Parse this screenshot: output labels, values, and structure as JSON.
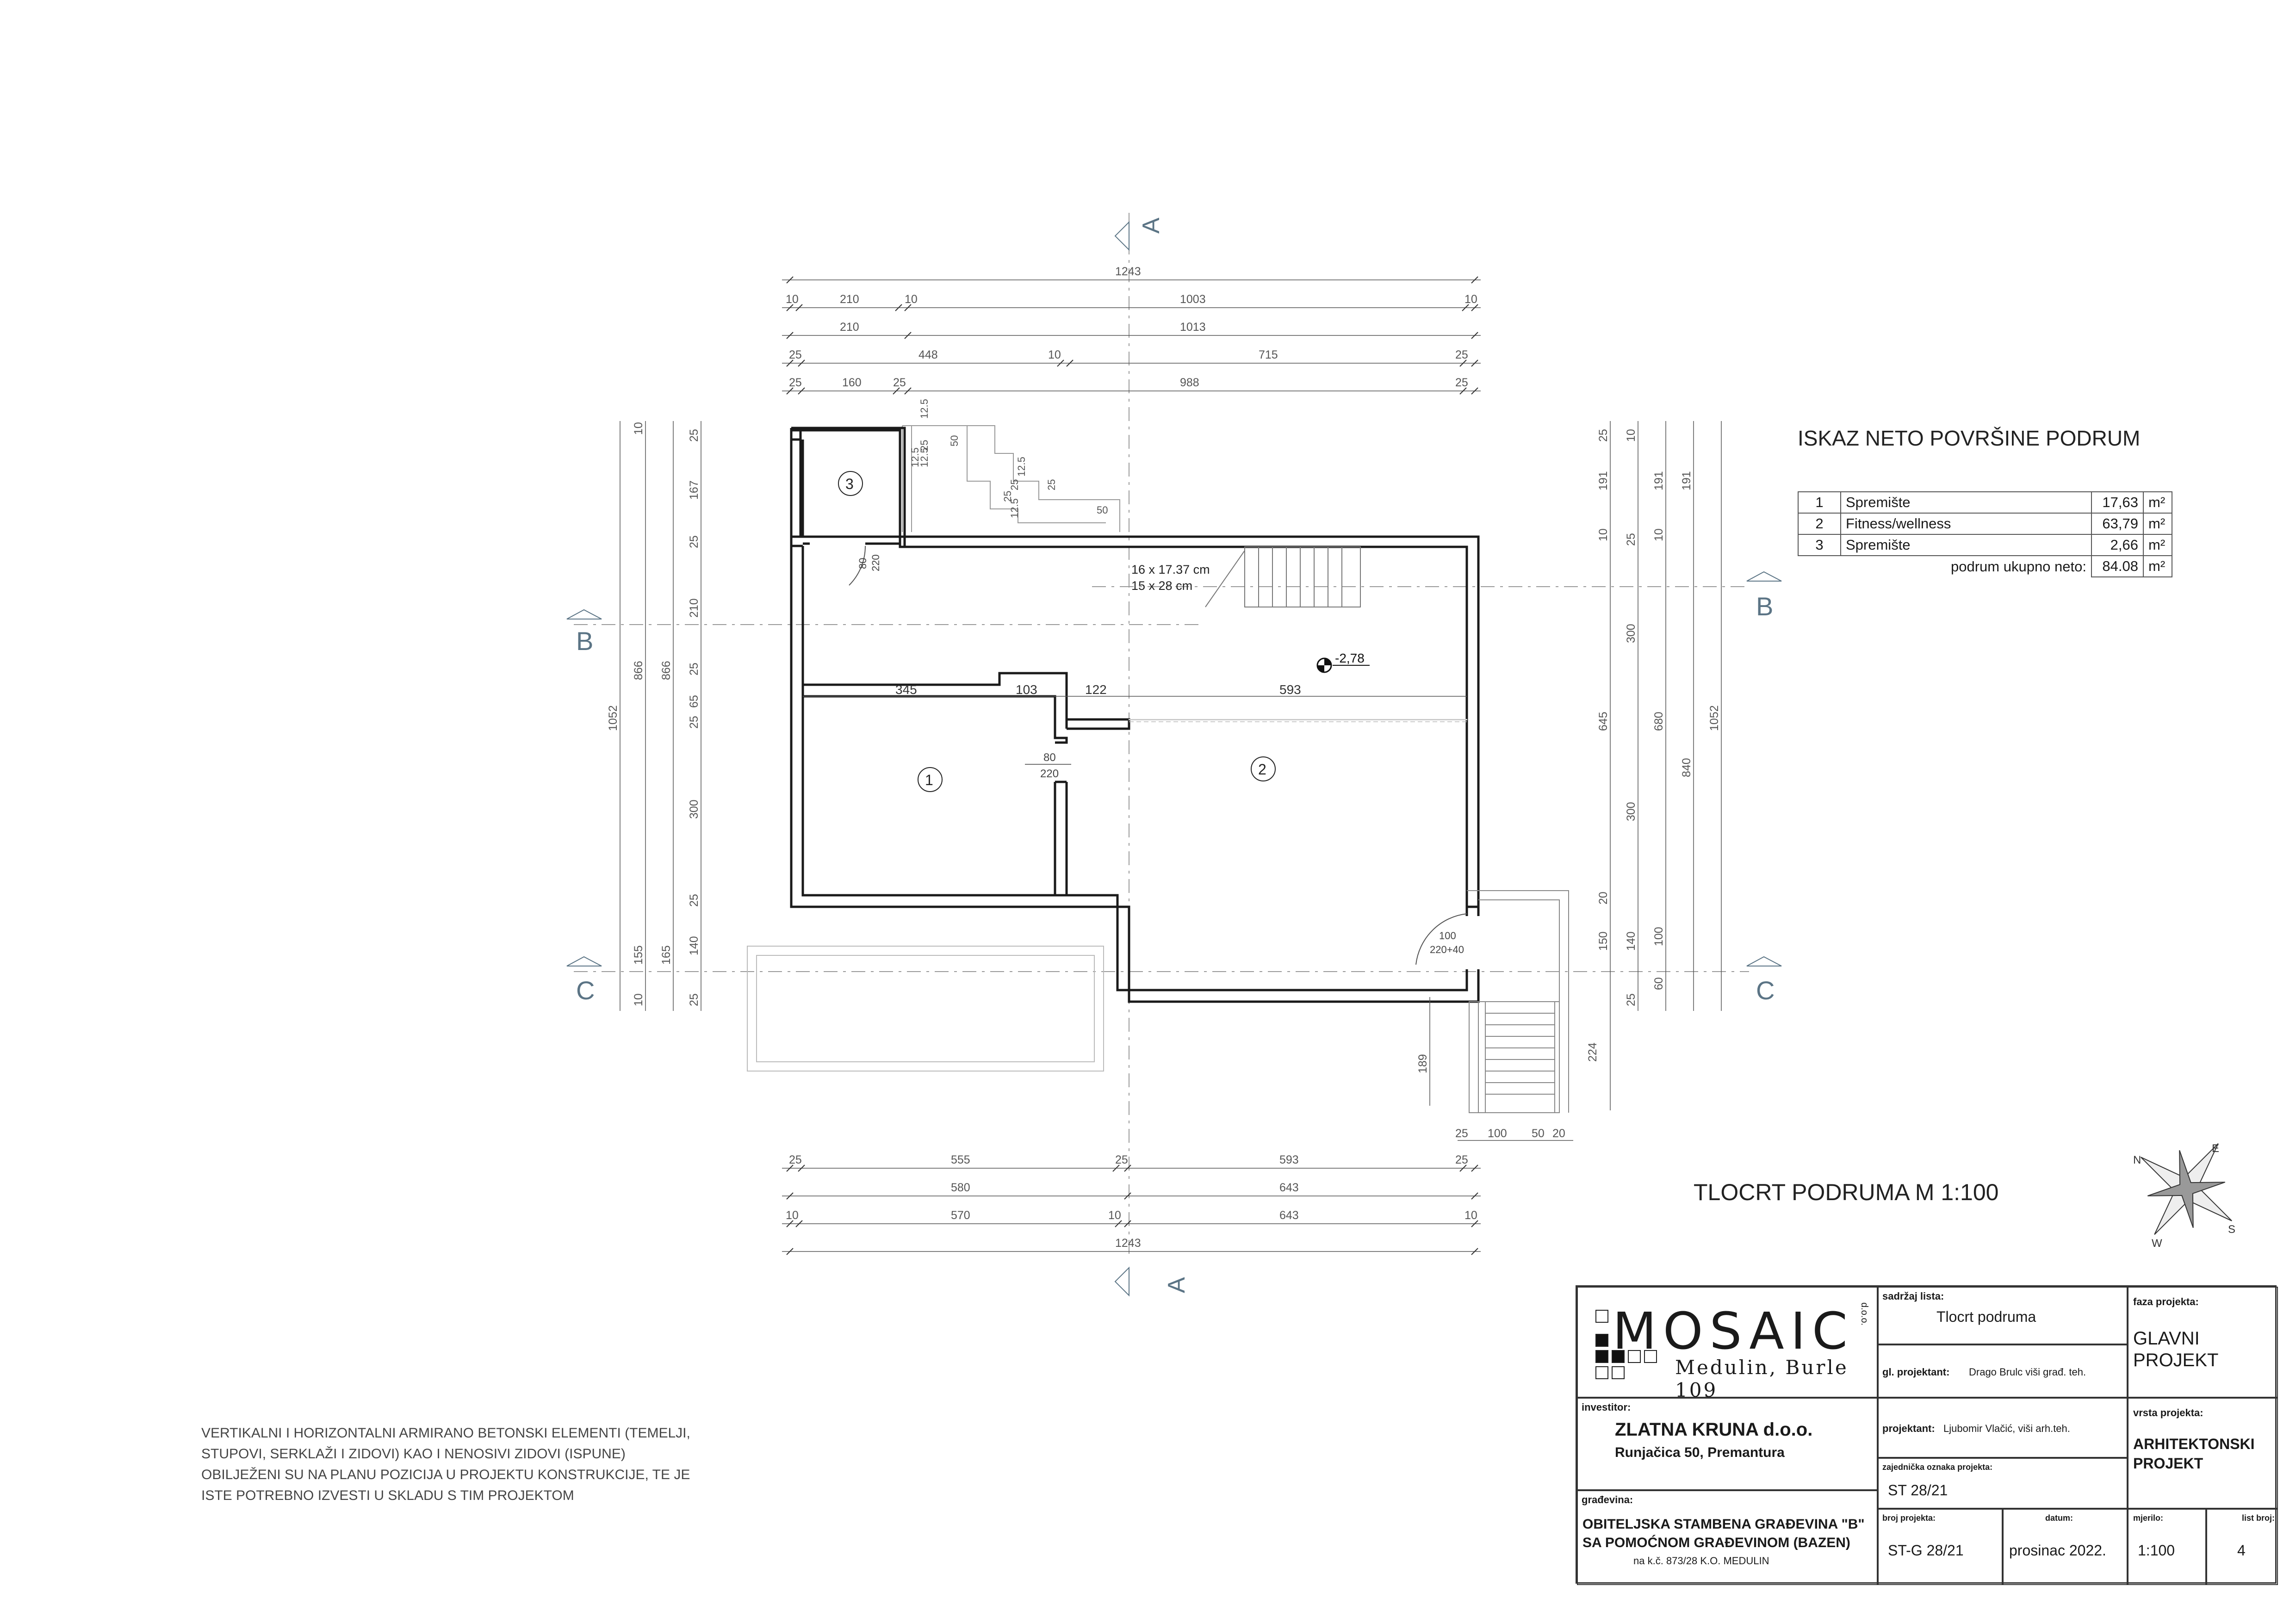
{
  "plan": {
    "section_a_top": "A",
    "section_a_bottom": "A",
    "section_b_left": "B",
    "section_b_right": "B",
    "section_c_left": "C",
    "section_c_right": "C",
    "top_dims": {
      "row1": [
        "1243"
      ],
      "row2": [
        "10",
        "210",
        "10",
        "1003",
        "10"
      ],
      "row3": [
        "210",
        "1013"
      ],
      "row4": [
        "25",
        "448",
        "10",
        "715",
        "25"
      ],
      "row5": [
        "25",
        "160",
        "25",
        "988",
        "25"
      ]
    },
    "bottom_dims": {
      "row1": [
        "25",
        "555",
        "25",
        "593",
        "25"
      ],
      "row2": [
        "580",
        "643"
      ],
      "row3": [
        "10",
        "570",
        "10",
        "643",
        "10"
      ],
      "row4": [
        "1243"
      ]
    },
    "stair_dims": [
      "25",
      "100",
      "50",
      "20"
    ],
    "left_dims": {
      "c1": [
        "1052"
      ],
      "c2": [
        "10",
        "866",
        "155",
        "10"
      ],
      "c3": [
        "866",
        "165"
      ],
      "c4": [
        "25",
        "167",
        "25",
        "210",
        "25",
        "25",
        "65",
        "300",
        "25",
        "140",
        "25"
      ]
    },
    "right_dims": {
      "c1": [
        "25",
        "191",
        "25",
        "10",
        "645",
        "20",
        "150",
        "25"
      ],
      "c2": [
        "10",
        "300",
        "300",
        "140",
        "60"
      ],
      "c3": [
        "191",
        "680",
        "100",
        "10"
      ],
      "c4": [
        "191",
        "840"
      ],
      "c5": [
        "1052"
      ]
    },
    "dim_189": "189",
    "dim_224": "224",
    "interior_dims": [
      "345",
      "103",
      "122",
      "593"
    ],
    "rooms": [
      "1",
      "2",
      "3"
    ],
    "door1": [
      "80",
      "220"
    ],
    "door2": [
      "80",
      "220"
    ],
    "door3": [
      "100",
      "220+40"
    ],
    "stair_spec_1": "16 x 17.37 cm",
    "stair_spec_2": "15 x 28 cm",
    "elevation": "-2,78",
    "step_dims": [
      "12.5",
      "25",
      "12.5",
      "50",
      "12.5",
      "25",
      "12.5",
      "25",
      "12.5",
      "25",
      "50"
    ],
    "compass_labels": [
      "N",
      "E",
      "W",
      "S"
    ]
  },
  "area_table": {
    "title": "ISKAZ NETO POVRŠINE PODRUM",
    "rows": [
      {
        "no": "1",
        "name": "Spremište",
        "value": "17,63",
        "unit": "m²"
      },
      {
        "no": "2",
        "name": "Fitness/wellness",
        "value": "63,79",
        "unit": "m²"
      },
      {
        "no": "3",
        "name": "Spremište",
        "value": "2,66",
        "unit": "m²"
      }
    ],
    "total_label": "podrum ukupno neto:",
    "total_value": "84.08",
    "total_unit": "m²"
  },
  "plan_title": "TLOCRT PODRUMA  M 1:100",
  "note_lines": [
    "VERTIKALNI I HORIZONTALNI ARMIRANO BETONSKI ELEMENTI (TEMELJI,",
    "STUPOVI, SERKLAŽI I ZIDOVI) KAO I NENOSIVI ZIDOVI (ISPUNE)",
    "OBILJEŽENI SU NA PLANU POZICIJA U PROJEKTU KONSTRUKCIJE, TE JE",
    "ISTE POTREBNO IZVESTI U SKLADU S TIM PROJEKTOM"
  ],
  "title_block": {
    "logo": "MOSAIC",
    "logo_sub": "Medulin, Burle 109",
    "logo_doo": "d.o.o.",
    "investor_label": "investitor:",
    "investor_name": "ZLATNA KRUNA d.o.o.",
    "investor_address": "Runjačica 50, Premantura",
    "building_label": "građevina:",
    "building_line1": "OBITELJSKA STAMBENA GRAĐEVINA \"B\"",
    "building_line2": "SA POMOĆNOM GRAĐEVINOM (BAZEN)",
    "building_line3": "na k.č. 873/28 K.O. MEDULIN",
    "content_label": "sadržaj lista:",
    "content_value": "Tlocrt podruma",
    "chief_label": "gl. projektant:",
    "chief_value": "Drago Brulc  viši građ. teh.",
    "designer_label": "projektant:",
    "designer_value": "Ljubomir Vlačić, viši arh.teh.",
    "common_label": "zajednička oznaka projekta:",
    "common_value": "ST 28/21",
    "project_no_label": "broj projekta:",
    "project_no_value": "ST-G 28/21",
    "date_label": "datum:",
    "date_value": "prosinac 2022.",
    "phase_label": "faza projekta:",
    "phase_value1": "GLAVNI",
    "phase_value2": "PROJEKT",
    "type_label": "vrsta projekta:",
    "type_value1": "ARHITEKTONSKI",
    "type_value2": "PROJEKT",
    "scale_label": "mjerilo:",
    "scale_value": "1:100",
    "sheet_label": "list broj:",
    "sheet_value": "4"
  },
  "colors": {
    "line": "#1a1a1a",
    "thin": "#666666",
    "axis": "#9a9a9a",
    "section": "#5b7485"
  }
}
